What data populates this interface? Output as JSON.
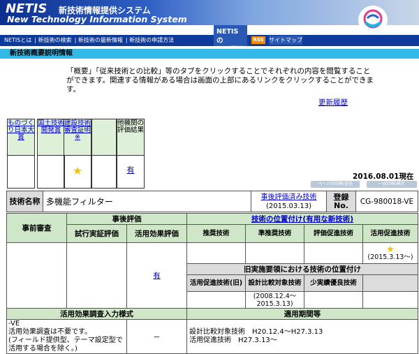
{
  "header": {
    "brand": "NETIS",
    "brand_jp": "新技術情報提供システム",
    "brand_en": "New Technology Information System",
    "rss_label_1": "NETISの",
    "rss_label_2": "RSS配信",
    "rss_badge": "RSS",
    "sitemap": "サイトマップ"
  },
  "nav": [
    "NETISとは",
    "新技術の検索",
    "新技術の最新情報",
    "新技術の申請方法"
  ],
  "section_title": "新技術概要説明情報",
  "intro": "「概要」「従来技術との比較」等のタブをクリックすることでそれぞれの内容を閲覧することができます。関連する情報がある場合は画面の上部にあるリンクをクリックすることができます。",
  "history_link": "更新履歴",
  "awards": [
    {
      "label": "ものづくり日本大賞",
      "value": ""
    },
    {
      "label": "国土技術開発賞",
      "value": ""
    },
    {
      "label": "建設技術審査証明※",
      "value": "★"
    },
    {
      "label": "",
      "value": ""
    },
    {
      "label": "他機関の評価結果",
      "value": "有"
    }
  ],
  "date_info": "2016.08.01現在",
  "small_buttons": [
    "ページの印刷/送信",
    "一括印刷/表示"
  ],
  "tech": {
    "name_label": "技術名称",
    "name": "多機能フィルター",
    "post_eval_link": "事後評価済み技術",
    "post_eval_date": "(2015.03.13)",
    "reg_label": "登録No.",
    "reg_no": "CG-980018-VE"
  },
  "grid": {
    "pre_review": "事前審査",
    "post_eval": "事後評価",
    "trial": "試行実証評価",
    "effect": "活用効果評価",
    "position_link": "技術の位置付け(有用な新技術)",
    "recommended": "推奨技術",
    "quasi": "準推奨技術",
    "eval_promo": "評価促進技術",
    "use_promo": "活用促進技術",
    "star": "★",
    "use_promo_date": "(2015.3.13〜)",
    "effect_val": "有",
    "old_title": "旧実施要領における技術の位置付け",
    "old_use": "活用促進技術(旧)",
    "design_compare": "設計比較対象技術",
    "design_date": "(2008.12.4〜2015.3.13)",
    "few_results": "少実績優良技術",
    "form_header": "活用効果調査入力様式",
    "period_header": "適用期間等",
    "form_text_1": "-VE",
    "form_text_2": "活用効果調査は不要です。",
    "form_text_3": "(フィールド提供型、テーマ設定型で活用する場合を除く。)",
    "dash": "－",
    "period_1": "設計比較対象技術　H20.12.4〜H27.3.13",
    "period_2": "活用促進技術　H27.3.13〜"
  },
  "colors": {
    "header_blue": "#0d3a9b",
    "section_cyan": "#33b9e8",
    "table_green": "#cfe7c8",
    "table_gray": "#dcdcdc",
    "star": "#f2c300",
    "link": "#0000cc"
  }
}
